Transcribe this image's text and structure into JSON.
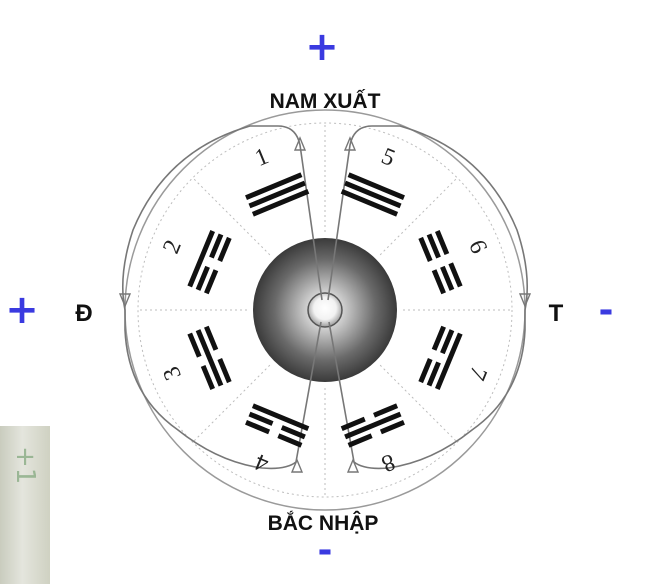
{
  "labels": {
    "top": "NAM XUẤT",
    "bottom": "BẮC NHẬP",
    "left": "Đ",
    "right": "T"
  },
  "signs": {
    "top": "+",
    "bottom": "-",
    "left": "+",
    "right": "-"
  },
  "sectors": [
    {
      "number": "1",
      "trigram": [
        1,
        1,
        1
      ]
    },
    {
      "number": "2",
      "trigram": [
        1,
        0,
        0
      ]
    },
    {
      "number": "3",
      "trigram": [
        0,
        1,
        0
      ]
    },
    {
      "number": "4",
      "trigram": [
        0,
        0,
        1
      ]
    },
    {
      "number": "5",
      "trigram": [
        1,
        1,
        1
      ]
    },
    {
      "number": "6",
      "trigram": [
        0,
        0,
        0
      ]
    },
    {
      "number": "7",
      "trigram": [
        1,
        0,
        0
      ]
    },
    {
      "number": "8",
      "trigram": [
        0,
        1,
        0
      ]
    }
  ],
  "colors": {
    "sign": "#3a3ae0",
    "ink": "#111111",
    "wheel_stroke": "#888888",
    "dotted": "#bbbbbb"
  },
  "corner_photo": {
    "text": "+1"
  }
}
